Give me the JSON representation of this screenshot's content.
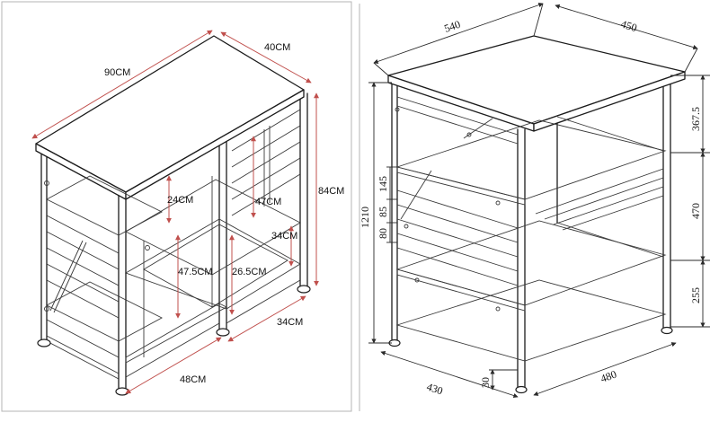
{
  "left_panel": {
    "labels": {
      "width_top": "90CM",
      "depth_top": "40CM",
      "height_total": "84CM",
      "inner_24": "24CM",
      "inner_47": "47CM",
      "inner_34_right": "34CM",
      "inner_47_5": "47.5CM",
      "inner_26_5": "26.5CM",
      "depth_bottom": "34CM",
      "width_bottom": "48CM"
    }
  },
  "right_panel": {
    "labels": {
      "top_width": "540",
      "top_depth": "450",
      "height_1": "367.5",
      "height_2": "470",
      "height_3": "255",
      "total_height": "1210",
      "small_145": "145",
      "small_85": "85",
      "small_80": "80",
      "bottom_left": "430",
      "bottom_right": "480",
      "foot_height": "30"
    }
  }
}
